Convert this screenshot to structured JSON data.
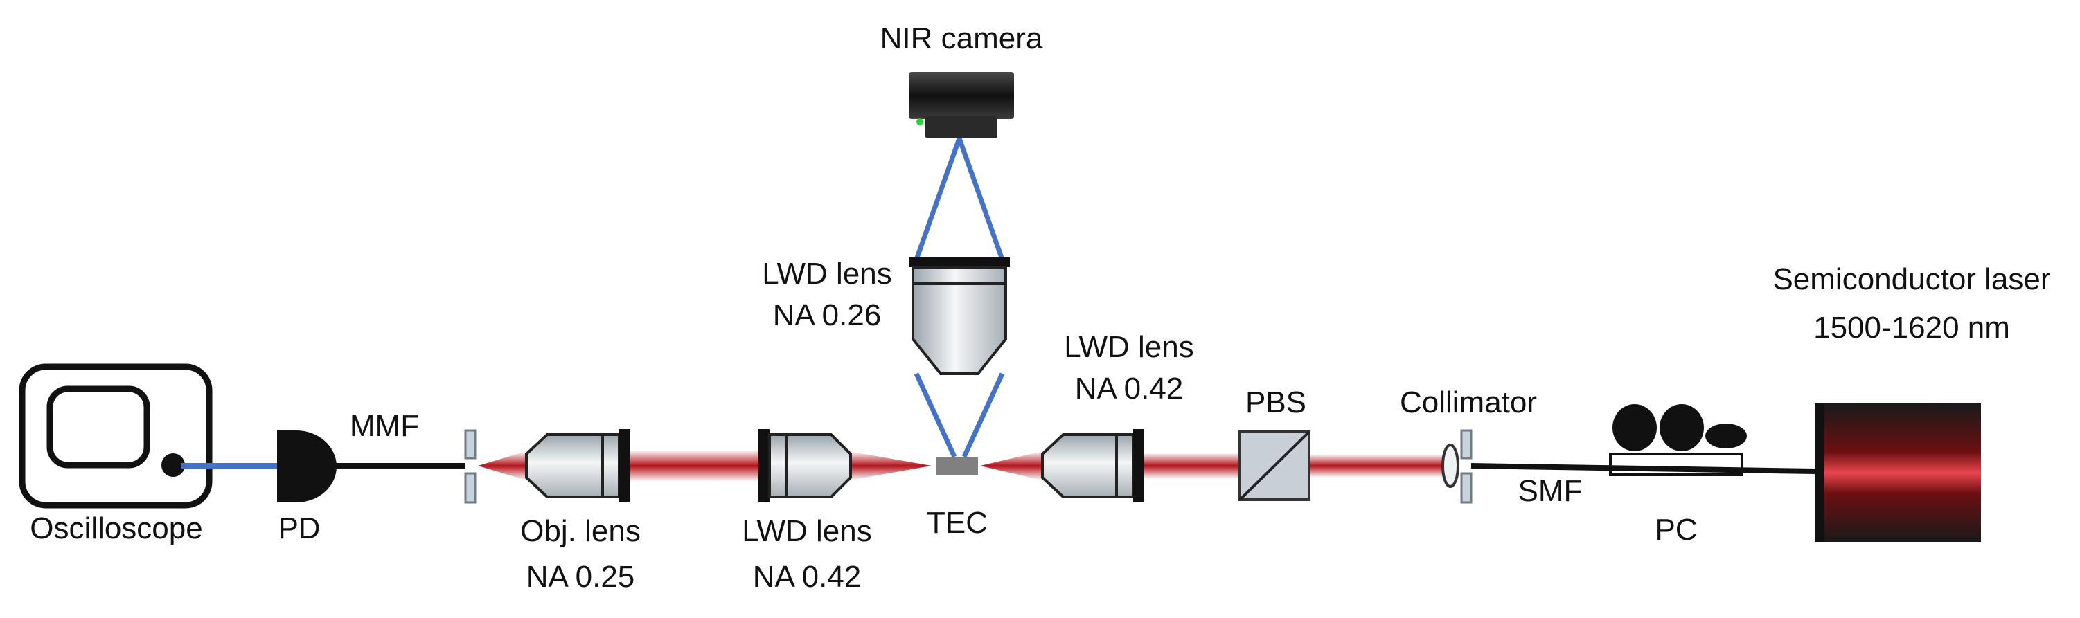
{
  "labels": {
    "nir_camera": "NIR camera",
    "lwd_top_1": "LWD lens",
    "lwd_top_2": "NA 0.26",
    "lwd_right_1": "LWD lens",
    "lwd_right_2": "NA 0.42",
    "laser_1": "Semiconductor laser",
    "laser_2": "1500-1620 nm",
    "mmf": "MMF",
    "pbs": "PBS",
    "collimator": "Collimator",
    "oscilloscope": "Oscilloscope",
    "pd": "PD",
    "obj_1": "Obj. lens",
    "obj_2": "NA 0.25",
    "lwd_left_1": "LWD lens",
    "lwd_left_2": "NA 0.42",
    "tec": "TEC",
    "smf": "SMF",
    "pc": "PC"
  },
  "colors": {
    "beam": "#b3151c",
    "fiber_blue": "#4472c4",
    "fiber_black": "#111111",
    "lens_body": "#d8dde2",
    "tec": "#808080",
    "camera": "#1a1a1a"
  }
}
